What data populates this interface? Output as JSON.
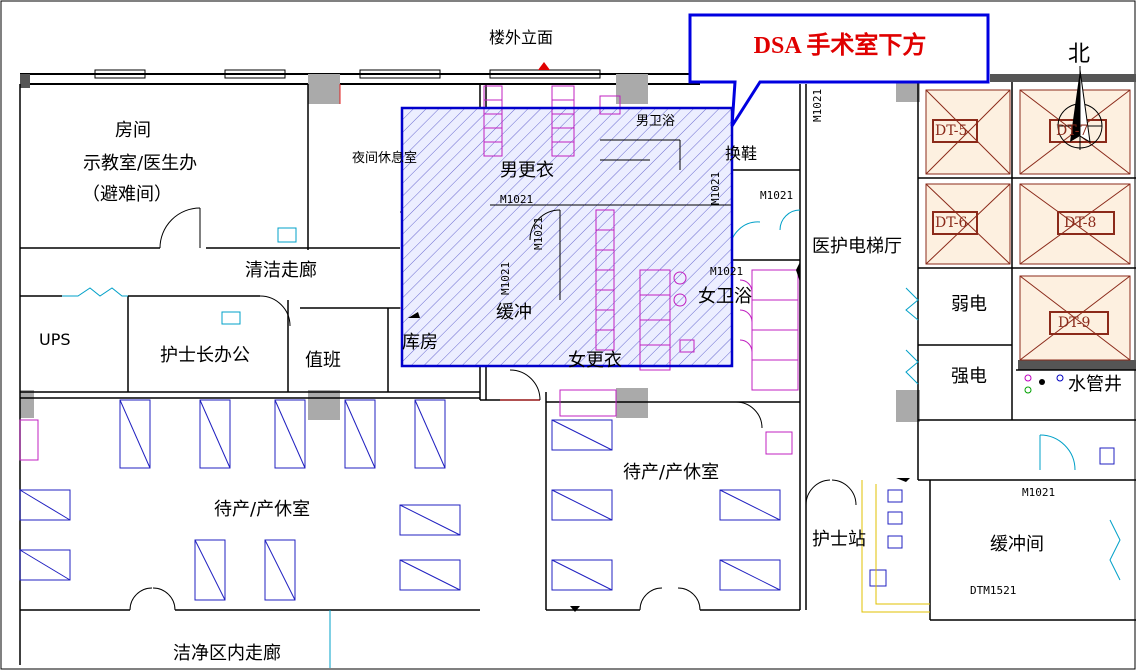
{
  "callout": {
    "text": "DSA 手术室下方",
    "text_color": "#e00000",
    "border_color": "#0000e0"
  },
  "highlight": {
    "border_color": "#0000cc",
    "fill": "#e8eaff",
    "hatch": "#6a6ad0"
  },
  "north": "北",
  "facade": "楼外立面",
  "rooms": {
    "room_house": "房间",
    "teaching": "示教室/医生办",
    "refuge": "（避难间）",
    "night_rest": "夜间休息室",
    "men_wc": "男卫浴",
    "men_change": "男更衣",
    "shoe_change": "换鞋",
    "clean_corridor": "清洁走廊",
    "medical_elevator": "医护电梯厅",
    "women_wc": "女卫浴",
    "buffer": "缓冲",
    "weak_elec": "弱电",
    "ups": "UPS",
    "head_nurse": "护士长办公",
    "duty": "值班",
    "storage": "库房",
    "women_change": "女更衣",
    "strong_elec": "强电",
    "water_shaft": "水管井",
    "labor_rest_left": "待产/产休室",
    "labor_rest_right": "待产/产休室",
    "nurse_station": "护士站",
    "buffer_room": "缓冲间",
    "clean_corridor_inner": "洁净区内走廊"
  },
  "elevators": [
    "DT-5",
    "DT-7",
    "DT-6",
    "DT-8",
    "DT-9"
  ],
  "door_codes": {
    "m1": "M1021",
    "m2": "M1021",
    "m3": "M1021",
    "m4": "M1021",
    "m5": "M1021",
    "m6": "M1021",
    "m7": "M1021",
    "m8": "M1021",
    "dtm": "DTM1521"
  }
}
